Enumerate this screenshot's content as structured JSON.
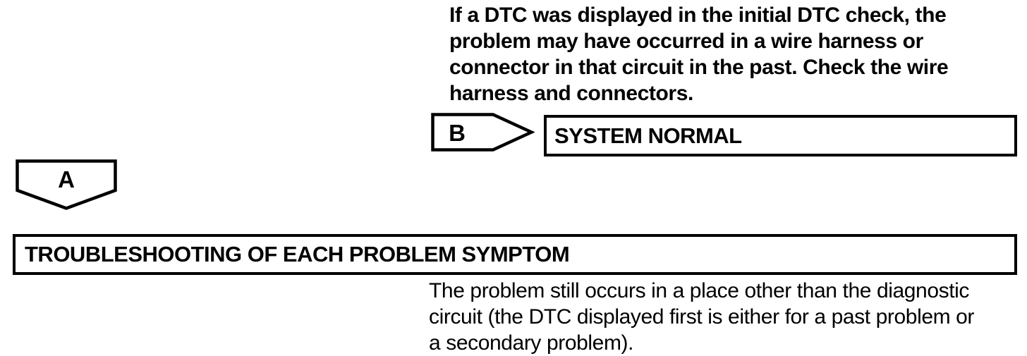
{
  "colors": {
    "ink": "#000000",
    "paper": "#ffffff"
  },
  "top_note": {
    "lines": [
      "If a DTC was displayed in the initial DTC check, the",
      "problem may have occurred in a wire harness or",
      "connector in that circuit in the past. Check the wire",
      "harness and connectors."
    ]
  },
  "connector_b": {
    "label": "B"
  },
  "result_box": {
    "label": "SYSTEM NORMAL"
  },
  "connector_a": {
    "label": "A"
  },
  "action_box": {
    "label": "TROUBLESHOOTING OF EACH PROBLEM SYMPTOM"
  },
  "bottom_note": {
    "lines": [
      "The problem still occurs in a place other than the diagnostic",
      "circuit (the DTC displayed first is either for a past problem or",
      "a secondary problem)."
    ]
  }
}
